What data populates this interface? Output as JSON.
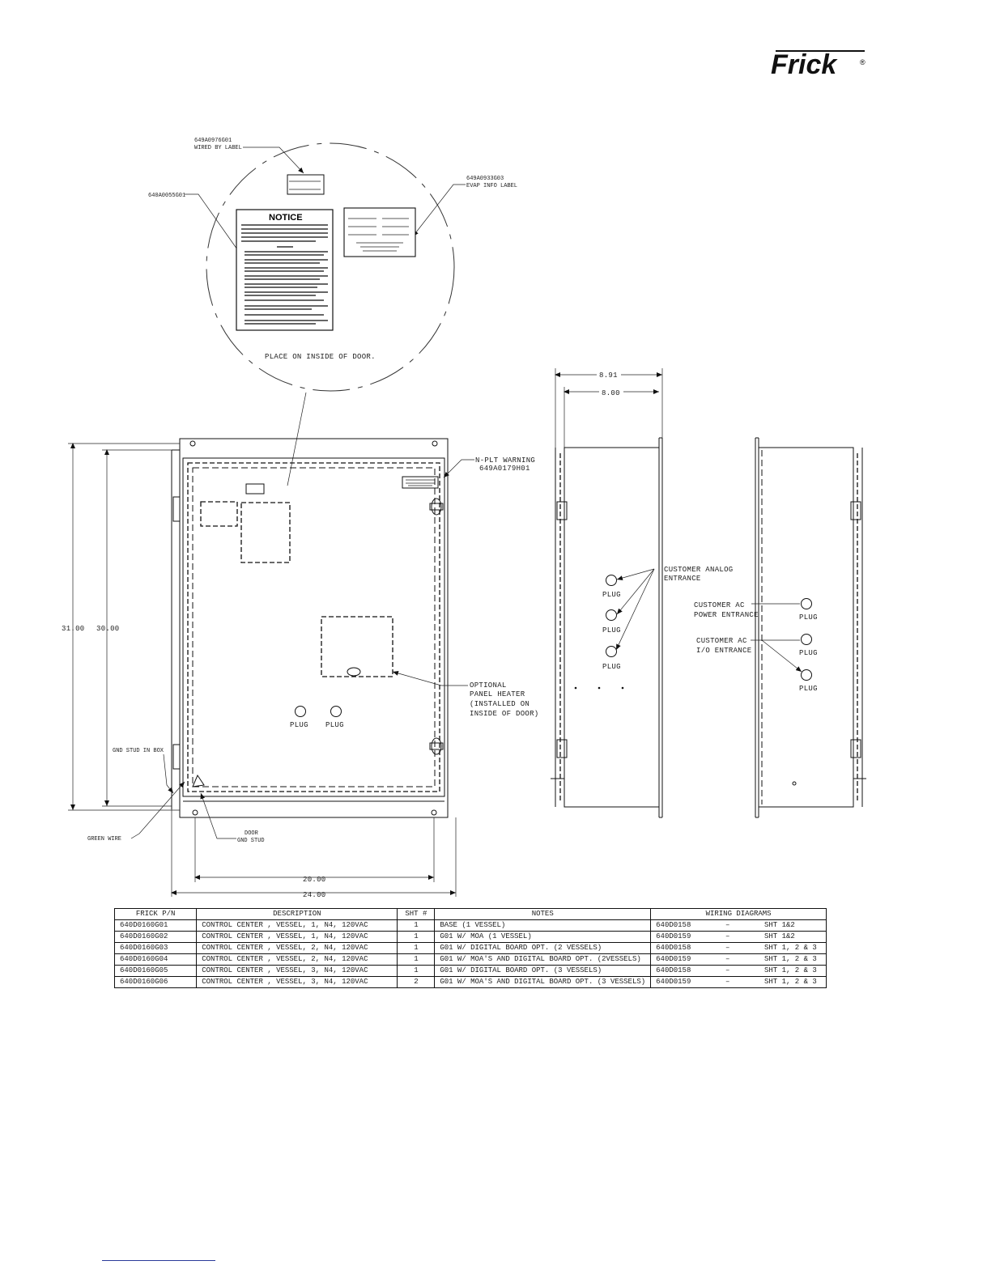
{
  "brand": {
    "logo_text": "Frick",
    "registered_mark": "®"
  },
  "detail_circle": {
    "callout_left_top_pn": "649A0976G01",
    "callout_left_top_desc": "WIRED BY LABEL",
    "callout_left_pn": "640A0055G01",
    "callout_right_pn": "649A0933G03",
    "callout_right_desc": "EVAP INFO LABEL",
    "notice_title": "NOTICE",
    "place_note": "PLACE ON INSIDE OF DOOR."
  },
  "front_view": {
    "warning_callout_1": "N-PLT WARNING",
    "warning_callout_2": "649A0179H01",
    "heater_1": "OPTIONAL",
    "heater_2": "PANEL HEATER",
    "heater_3": "(INSTALLED ON",
    "heater_4": "INSIDE OF DOOR)",
    "plug_1": "PLUG",
    "plug_2": "PLUG",
    "gnd_stud_box": "GND STUD IN BOX",
    "green_wire": "GREEN WIRE",
    "door_gnd_1": "DOOR",
    "door_gnd_2": "GND STUD",
    "dim_height_outer": "31.00",
    "dim_height_inner": "30.00",
    "dim_width_inner": "20.00",
    "dim_width_outer": "24.00"
  },
  "side_view": {
    "dim_depth_outer": "8.91",
    "dim_depth_inner": "8.00",
    "analog_1": "CUSTOMER ANALOG",
    "analog_2": "ENTRANCE",
    "plug_1": "PLUG",
    "plug_2": "PLUG",
    "plug_3": "PLUG"
  },
  "right_view": {
    "power_1": "CUSTOMER AC",
    "power_2": "POWER ENTRANCE",
    "io_1": "CUSTOMER AC",
    "io_2": "I/O ENTRANCE",
    "plug_1": "PLUG",
    "plug_2": "PLUG",
    "plug_3": "PLUG"
  },
  "table": {
    "headers": [
      "FRICK P/N",
      "DESCRIPTION",
      "SHT #",
      "NOTES",
      "WIRING DIAGRAMS"
    ],
    "rows": [
      {
        "pn": "640D0160G01",
        "desc": "CONTROL CENTER , VESSEL, 1, N4, 120VAC",
        "sht": "1",
        "notes": "BASE (1 VESSEL)",
        "wd": "640D0158",
        "dash": "–",
        "sheets": "SHT 1&2"
      },
      {
        "pn": "640D0160G02",
        "desc": "CONTROL CENTER , VESSEL, 1, N4, 120VAC",
        "sht": "1",
        "notes": "G01 W/ MOA (1 VESSEL)",
        "wd": "640D0159",
        "dash": "–",
        "sheets": "SHT 1&2"
      },
      {
        "pn": "640D0160G03",
        "desc": "CONTROL CENTER , VESSEL, 2, N4, 120VAC",
        "sht": "1",
        "notes": "G01 W/ DIGITAL BOARD OPT. (2 VESSELS)",
        "wd": "640D0158",
        "dash": "–",
        "sheets": "SHT 1, 2 & 3"
      },
      {
        "pn": "640D0160G04",
        "desc": "CONTROL CENTER , VESSEL, 2, N4, 120VAC",
        "sht": "1",
        "notes": "G01 W/ MOA'S AND DIGITAL BOARD OPT. (2VESSELS)",
        "wd": "640D0159",
        "dash": "–",
        "sheets": "SHT 1, 2 & 3"
      },
      {
        "pn": "640D0160G05",
        "desc": "CONTROL CENTER , VESSEL, 3, N4, 120VAC",
        "sht": "1",
        "notes": "G01 W/ DIGITAL BOARD OPT. (3 VESSELS)",
        "wd": "640D0158",
        "dash": "–",
        "sheets": "SHT 1, 2 & 3"
      },
      {
        "pn": "640D0160G06",
        "desc": "CONTROL CENTER , VESSEL, 3, N4, 120VAC",
        "sht": "2",
        "notes": "G01 W/ MOA'S AND DIGITAL BOARD OPT. (3 VESSELS)",
        "wd": "640D0159",
        "dash": "–",
        "sheets": "SHT 1, 2 & 3"
      }
    ]
  }
}
